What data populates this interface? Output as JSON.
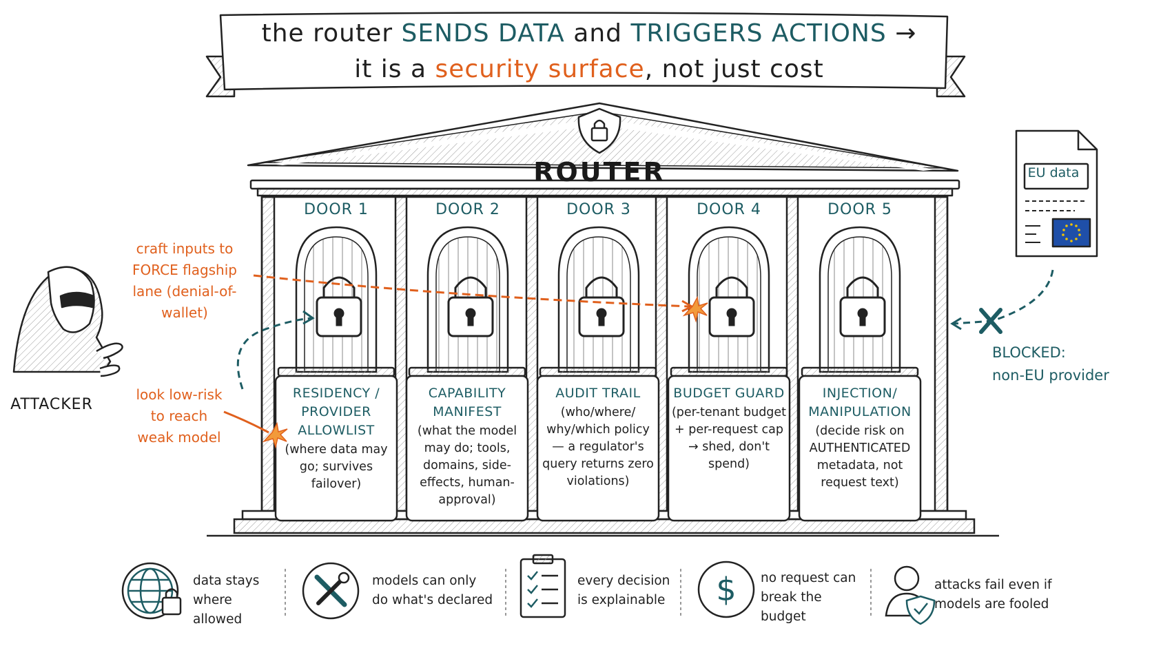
{
  "banner": {
    "line1_a": "the router ",
    "line1_b": "SENDS DATA",
    "line1_c": " and ",
    "line1_d": "TRIGGERS ACTIONS",
    "line1_e": " →",
    "line2_a": "it is a ",
    "line2_b": "security surface",
    "line2_c": ", not just cost"
  },
  "router": {
    "title": "ROUTER"
  },
  "doors": [
    {
      "label": "DOOR 1",
      "title": "RESIDENCY / PROVIDER ALLOWLIST",
      "body": "(where data may go; survives failover)"
    },
    {
      "label": "DOOR 2",
      "title": "CAPABILITY MANIFEST",
      "body": "(what the model may do; tools, domains, side-effects, human-approval)"
    },
    {
      "label": "DOOR 3",
      "title": "AUDIT TRAIL",
      "body": "(who/where/ why/which policy — a regulator's query returns zero violations)"
    },
    {
      "label": "DOOR 4",
      "title": "BUDGET GUARD",
      "body": "(per-tenant budget + per-request cap → shed, don't spend)"
    },
    {
      "label": "DOOR 5",
      "title": "INJECTION/ MANIPULATION",
      "body": "(decide risk on AUTHENTICATED metadata, not request text)"
    }
  ],
  "attacker": {
    "label": "ATTACKER",
    "note_force": "craft inputs to FORCE flagship lane (denial-of-wallet)",
    "note_lowrisk": "look low-risk to reach weak model"
  },
  "eu": {
    "doc_label": "EU data",
    "blocked_title": "BLOCKED:",
    "blocked_body": "non-EU provider"
  },
  "footer": [
    {
      "icon": "globe-lock-icon",
      "text": "data stays where allowed"
    },
    {
      "icon": "tools-icon",
      "text": "models can only do what's declared"
    },
    {
      "icon": "clipboard-checklist-icon",
      "text": "every decision is explainable"
    },
    {
      "icon": "dollar-icon",
      "text": "no request can break the budget"
    },
    {
      "icon": "user-shield-icon",
      "text": "attacks fail even if models are fooled"
    }
  ],
  "colors": {
    "teal": "#1d5c63",
    "orange": "#e0601d",
    "ink": "#1f1f1f",
    "eu_blue": "#1f4fa8",
    "eu_star": "#f2c300"
  }
}
